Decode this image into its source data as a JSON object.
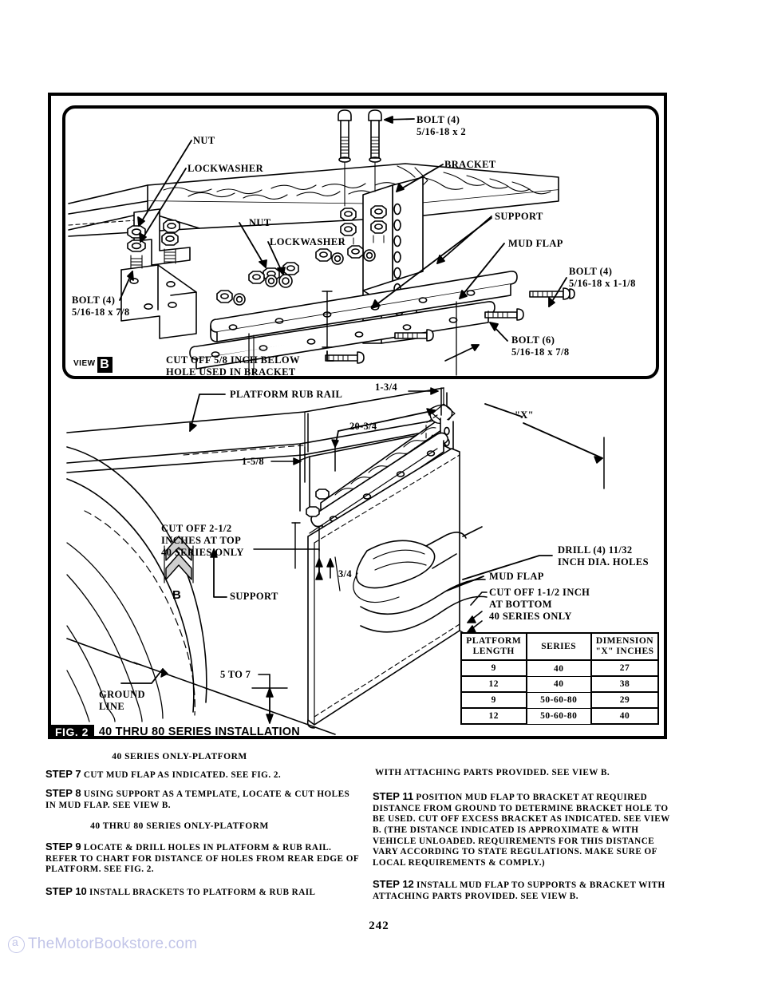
{
  "page": {
    "number": "242",
    "watermark": "TheMotorBookstore.com"
  },
  "figure": {
    "view_tag": {
      "word": "VIEW",
      "letter": "B"
    },
    "b_marker": "B",
    "caption": {
      "number": "FIG. 2",
      "title": "40 THRU 80 SERIES INSTALLATION"
    },
    "view_b_callouts": [
      {
        "id": "bolt-4-2",
        "text": "BOLT (4)\n5/16-18 x 2"
      },
      {
        "id": "nut-upper",
        "text": "NUT"
      },
      {
        "id": "lockwasher-upper",
        "text": "LOCKWASHER"
      },
      {
        "id": "bracket",
        "text": "BRACKET"
      },
      {
        "id": "nut-lower",
        "text": "NUT"
      },
      {
        "id": "lockwasher-lower",
        "text": "LOCKWASHER"
      },
      {
        "id": "support",
        "text": "SUPPORT"
      },
      {
        "id": "mud-flap",
        "text": "MUD FLAP"
      },
      {
        "id": "bolt-4-118",
        "text": "BOLT (4)\n5/16-18 x 1-1/8"
      },
      {
        "id": "bolt-4-78",
        "text": "BOLT (4)\n5/16-18 x 7/8"
      },
      {
        "id": "bolt-6-78",
        "text": "BOLT (6)\n5/16-18 x 7/8"
      },
      {
        "id": "cut-off-bracket",
        "text": "CUT OFF 5/8 INCH BELOW\nHOLE USED IN BRACKET"
      }
    ],
    "lower_callouts": [
      {
        "id": "platform-rub-rail",
        "text": "PLATFORM RUB RAIL"
      },
      {
        "id": "dim-1-3-4",
        "text": "1-3/4"
      },
      {
        "id": "dim-20-3-4",
        "text": "20-3/4"
      },
      {
        "id": "dim-1-5-8",
        "text": "1-5/8"
      },
      {
        "id": "dim-x",
        "text": "\"X\""
      },
      {
        "id": "cut-off-top",
        "text": "CUT OFF 2-1/2\nINCHES AT TOP\n40 SERIES ONLY"
      },
      {
        "id": "dim-3-4",
        "text": "3/4"
      },
      {
        "id": "support",
        "text": "SUPPORT"
      },
      {
        "id": "drill-holes",
        "text": "DRILL (4) 11/32\nINCH DIA. HOLES"
      },
      {
        "id": "mud-flap",
        "text": "MUD FLAP"
      },
      {
        "id": "cut-off-bottom",
        "text": "CUT OFF 1-1/2 INCH\nAT BOTTOM\n40 SERIES ONLY"
      },
      {
        "id": "dim-5-to-7",
        "text": "5 TO 7"
      },
      {
        "id": "ground-line",
        "text": "GROUND\nLINE"
      }
    ]
  },
  "chart_data": {
    "type": "table",
    "title": "Dimension \"X\" chart",
    "columns": [
      "PLATFORM\nLENGTH",
      "SERIES",
      "DIMENSION\n\"X\" INCHES"
    ],
    "rows": [
      [
        "9",
        "40",
        "27"
      ],
      [
        "12",
        "40",
        "38"
      ],
      [
        "9",
        "50-60-80",
        "29"
      ],
      [
        "12",
        "50-60-80",
        "40"
      ]
    ]
  },
  "instructions": {
    "subhead_1": "40 SERIES ONLY-PLATFORM",
    "subhead_2": "40 THRU 80 SERIES ONLY-PLATFORM",
    "left_column": [
      {
        "label": "STEP 7",
        "text": "CUT  MUD  FLAP  AS  INDICATED.  SEE  FIG.  2."
      },
      {
        "label": "STEP 8",
        "text": "USING  SUPPORT  AS A  TEMPLATE, LOCATE & CUT HOLES IN MUD FLAP. SEE VIEW B."
      },
      {
        "label": "STEP 9",
        "text": "LOCATE & DRILL HOLES IN PLATFORM & RUB RAIL. REFER  TO  CHART  FOR  DISTANCE  OF HOLES FROM REAR EDGE OF PLATFORM.  SEE FIG. 2."
      },
      {
        "label": "STEP 10",
        "text": "INSTALL  BRACKETS  TO  PLATFORM  &  RUB RAIL"
      }
    ],
    "right_column": [
      {
        "label": "",
        "text": "WITH ATTACHING PARTS PROVIDED.  SEE VIEW B."
      },
      {
        "label": "STEP 11",
        "text": "POSITION MUD FLAP TO BRACKET AT REQUIRED DISTANCE FROM GROUND TO DETERMINE BRACKET HOLE TO BE USED.  CUT OFF EXCESS BRACKET AS INDICATED. SEE VIEW B.  (THE DISTANCE INDICATED IS APPROXIMATE & WITH VEHICLE UNLOADED.  REQUIREMENTS  FOR  THIS DISTANCE VARY ACCORDING  TO  STATE REGULATIONS. MAKE SURE OF LOCAL REQUIREMENTS & COMPLY.)"
      },
      {
        "label": "STEP 12",
        "text": "INSTALL MUD FLAP TO SUPPORTS & BRACKET WITH ATTACHING PARTS PROVIDED.  SEE VIEW B."
      }
    ]
  }
}
